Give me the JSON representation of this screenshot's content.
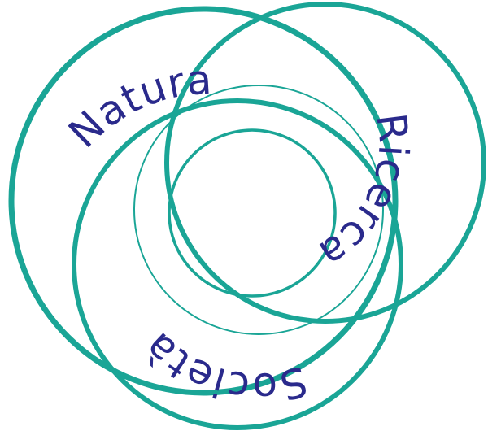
{
  "logo": {
    "words": {
      "natura": "Natura",
      "ricerca": "Ricerca",
      "societa": "Società"
    },
    "colors": {
      "ring": "#1aa596",
      "text": "#2a2a8c",
      "background": "#ffffff"
    }
  }
}
